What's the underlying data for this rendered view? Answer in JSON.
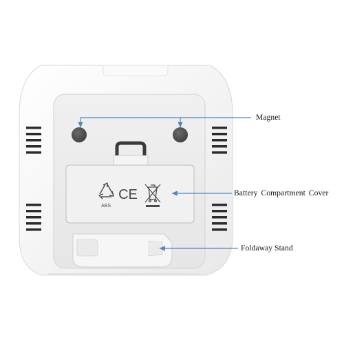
{
  "callouts": {
    "magnet": "Magnet",
    "battery_cover": "Battery Compartment Cover",
    "stand": "Foldaway Stand"
  },
  "markings": {
    "recycle_code": "ABS",
    "ce_mark": "CE"
  },
  "icons": [
    "recycle-icon",
    "ce-mark-icon",
    "weee-bin-icon"
  ],
  "colors": {
    "leader_line": "#4a86c5",
    "device_body": "#ffffff",
    "back_panel": "#eeeeee",
    "magnet": "#555555"
  }
}
